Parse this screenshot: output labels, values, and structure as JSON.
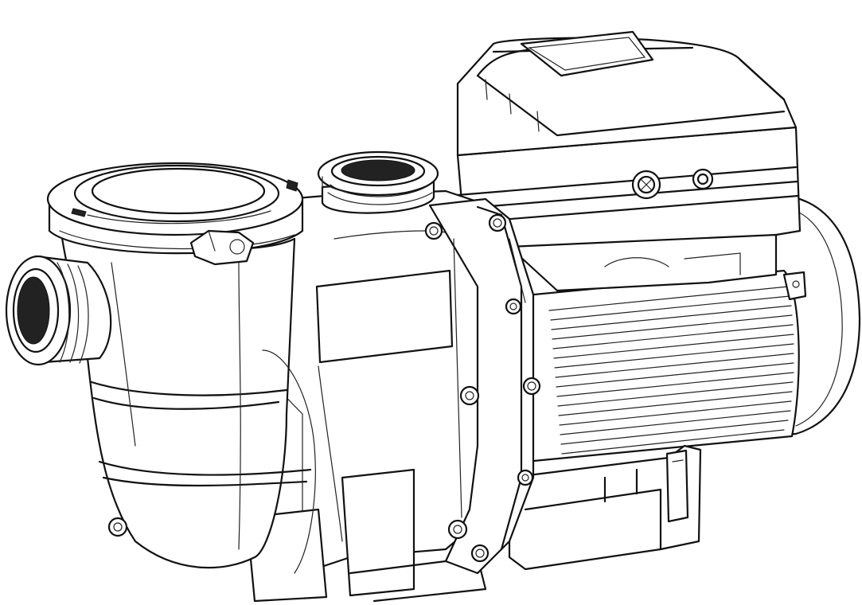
{
  "figure": {
    "subject": "pool-pump-line-drawing",
    "colors": {
      "line": "#111111",
      "background": "#ffffff"
    },
    "components": [
      "strainer-housing",
      "strainer-lid",
      "lid-handle",
      "inlet-port",
      "outlet-port",
      "pump-body",
      "label-plate",
      "seal-plate-flange",
      "flange-bolts",
      "motor-body",
      "motor-cooling-fins",
      "motor-end-cap",
      "controller-housing",
      "controller-lid",
      "controller-ports",
      "base-foot",
      "drain-plug"
    ]
  }
}
